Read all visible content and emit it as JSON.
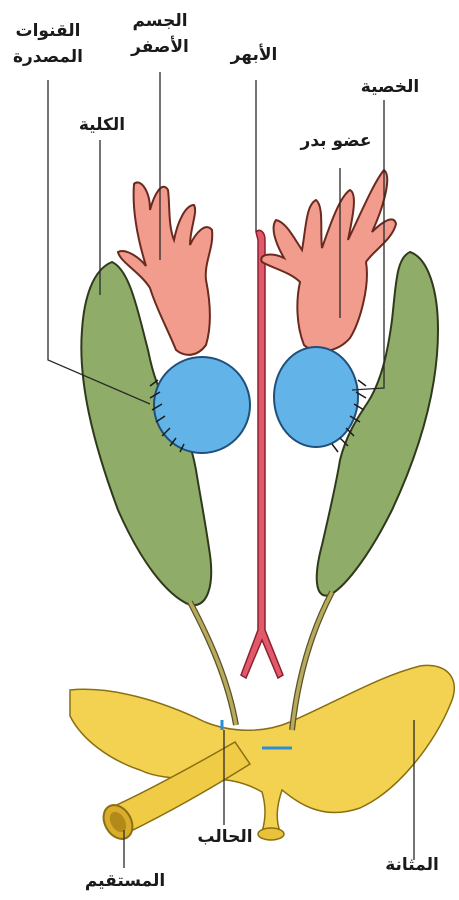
{
  "labels": {
    "ducts_line1": "القنوات",
    "ducts_line2": "المصدرة",
    "corpus_line1": "الجسم",
    "corpus_line2": "الأصفر",
    "aorta": "الأبهر",
    "testis": "الخصية",
    "fat_body": "عضو بدر",
    "kidney": "الكلية",
    "ureter": "الحالب",
    "bladder": "المثانة",
    "rectum": "المستقيم"
  },
  "colors": {
    "kidney": "#8fac68",
    "kidney_stroke": "#2f3a1c",
    "testis": "#62b4e8",
    "fat_body": "#f19c8c",
    "aorta": "#e25a6a",
    "bladder": "#f4d251",
    "ureter": "#a79a4e"
  }
}
